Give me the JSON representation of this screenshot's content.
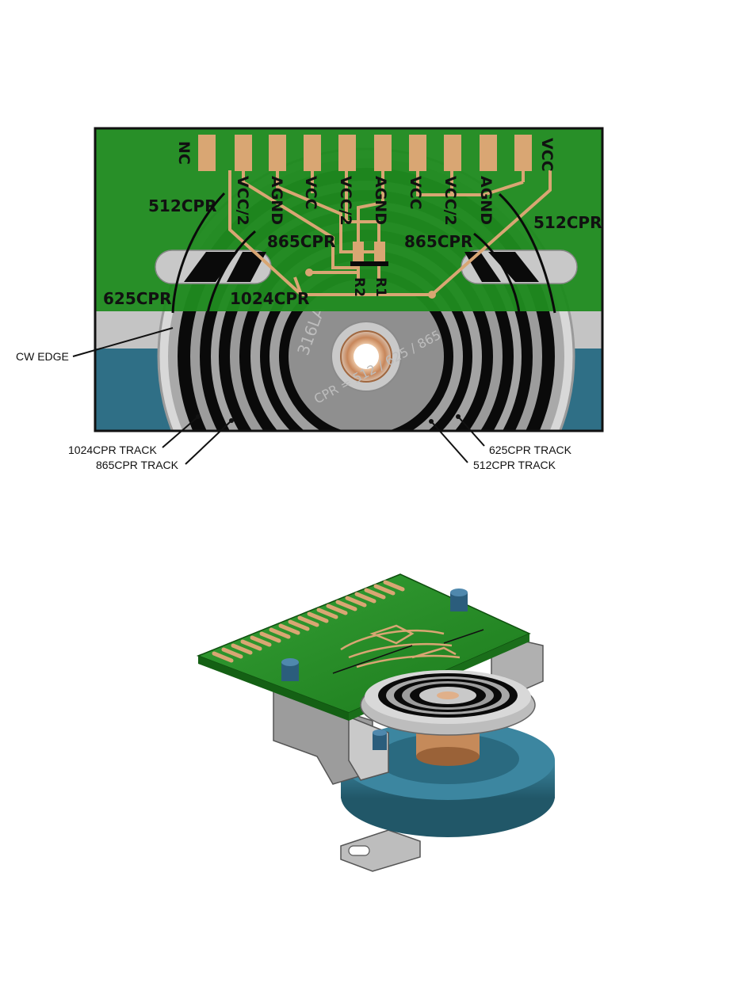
{
  "colors": {
    "pcb_green": "#1f8a1f",
    "pad_copper": "#d9a673",
    "housing_teal": "#2f6f86",
    "disc_gray": "#a8a8a8",
    "track_black": "#0a0a0a"
  },
  "pads": [
    "NC",
    "VCC/2",
    "AGND",
    "VCC",
    "VCC/2",
    "AGND",
    "VCC",
    "VCC/2",
    "AGND",
    "VCC"
  ],
  "pcb_labels": {
    "cpr_512_left": "512CPR",
    "cpr_512_right": "512CPR",
    "cpr_865_left": "865CPR",
    "cpr_865_right": "865CPR",
    "cpr_625": "625CPR",
    "cpr_1024": "1024CPR",
    "r1": "R1",
    "r2": "R2"
  },
  "disc_print": {
    "code": "316LA",
    "cpr_text": "CPR = 512 / 625 / 865"
  },
  "callouts": {
    "cw_edge": "CW EDGE",
    "track_1024": "1024CPR TRACK",
    "track_865": "865CPR TRACK",
    "track_625": "625CPR TRACK",
    "track_512": "512CPR TRACK"
  }
}
